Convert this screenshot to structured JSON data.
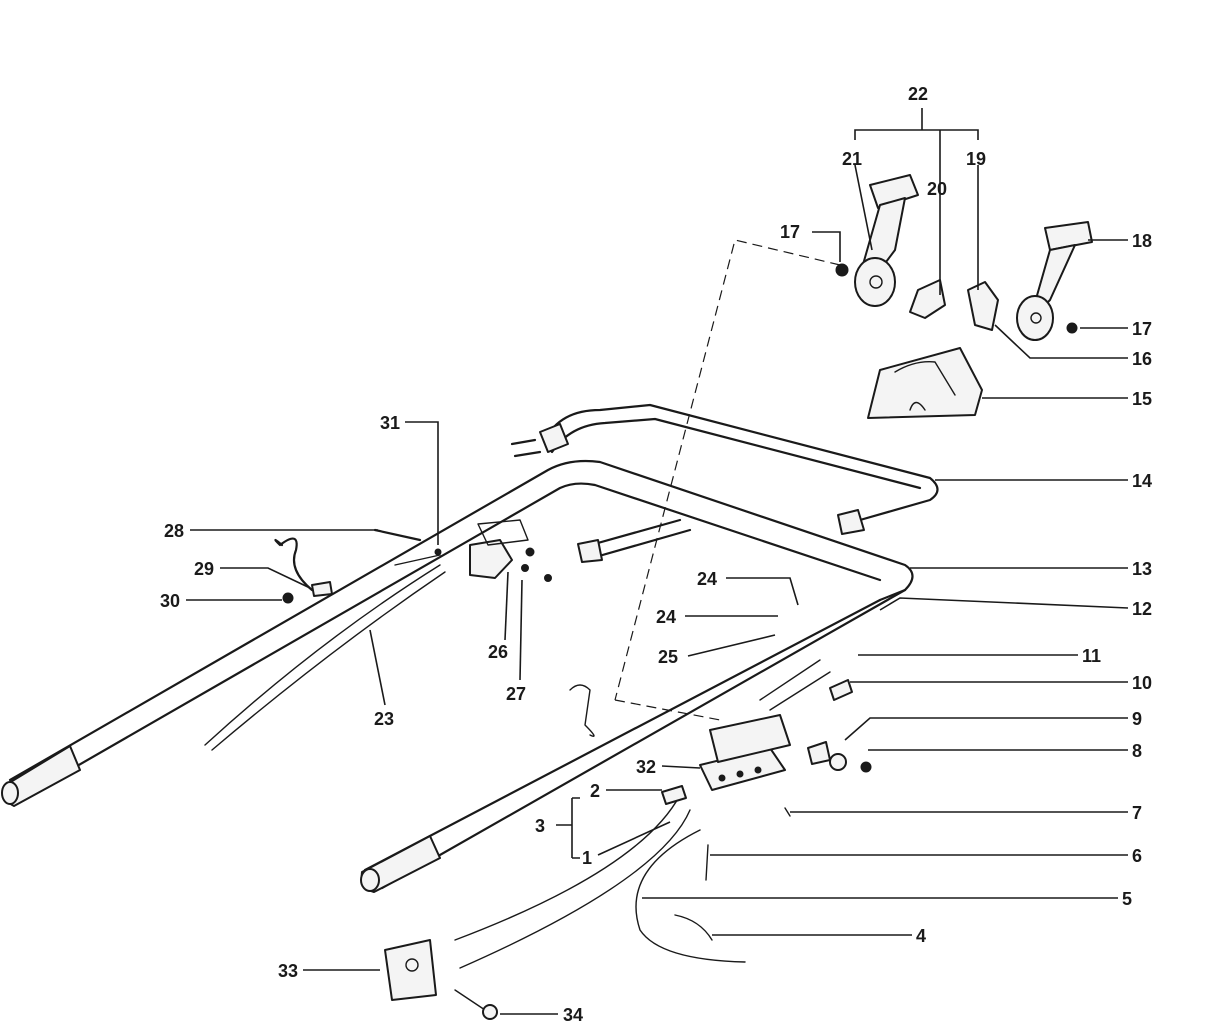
{
  "callouts": {
    "c1": "1",
    "c2": "2",
    "c3": "3",
    "c4": "4",
    "c5": "5",
    "c6": "6",
    "c7": "7",
    "c8": "8",
    "c9": "9",
    "c10": "10",
    "c11": "11",
    "c12": "12",
    "c13": "13",
    "c14": "14",
    "c15": "15",
    "c16": "16",
    "c17a": "17",
    "c17b": "17",
    "c18": "18",
    "c19": "19",
    "c20": "20",
    "c21": "21",
    "c22": "22",
    "c23": "23",
    "c24a": "24",
    "c24b": "24",
    "c25": "25",
    "c26": "26",
    "c27": "27",
    "c28": "28",
    "c29": "29",
    "c30": "30",
    "c31": "31",
    "c32": "32",
    "c33": "33",
    "c34": "34"
  }
}
